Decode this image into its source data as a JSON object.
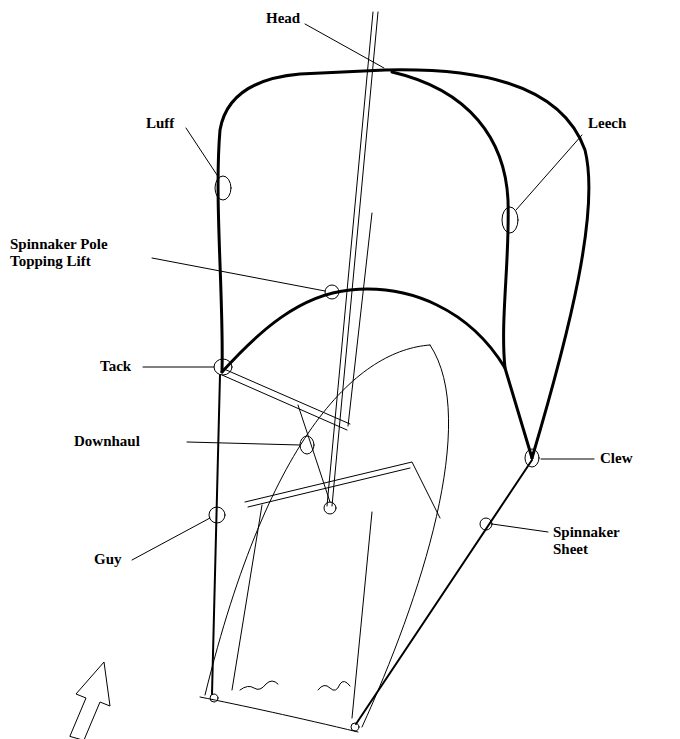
{
  "diagram": {
    "labels": [
      "Head",
      "Luff",
      "Leech",
      "Spinnaker Pole Topping Lift",
      "Tack",
      "Downhaul",
      "Clew",
      "Guy",
      "Spinnaker Sheet"
    ]
  }
}
